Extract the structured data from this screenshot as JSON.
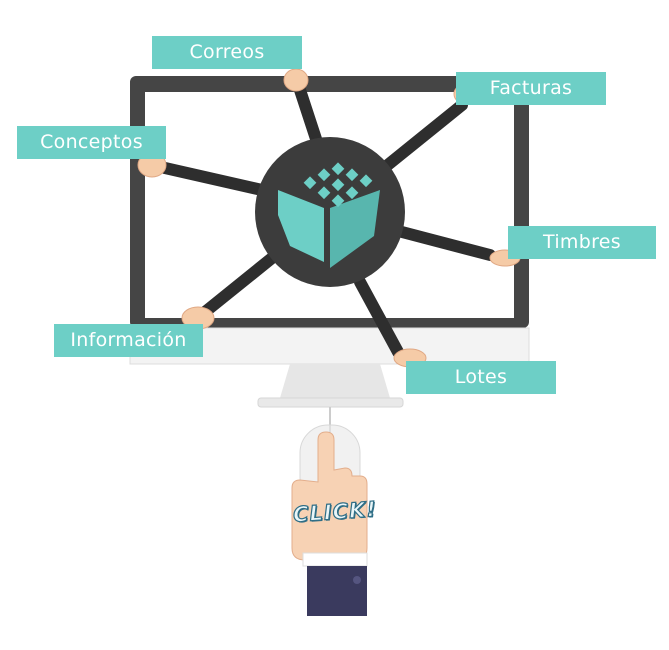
{
  "labels": {
    "correos": "Correos",
    "facturas": "Facturas",
    "conceptos": "Conceptos",
    "timbres": "Timbres",
    "informacion": "Información",
    "lotes": "Lotes"
  },
  "click_text": "CLICK!",
  "colors": {
    "accent": "#6dcfc6",
    "monitor_frame": "#444444",
    "hub": "#3b3b3b",
    "arm": "#2b2b2b",
    "skin": "#f5cba7",
    "sleeve": "#3a3a5e"
  },
  "icons": [
    "logo-cube-icon",
    "mouse-icon"
  ]
}
